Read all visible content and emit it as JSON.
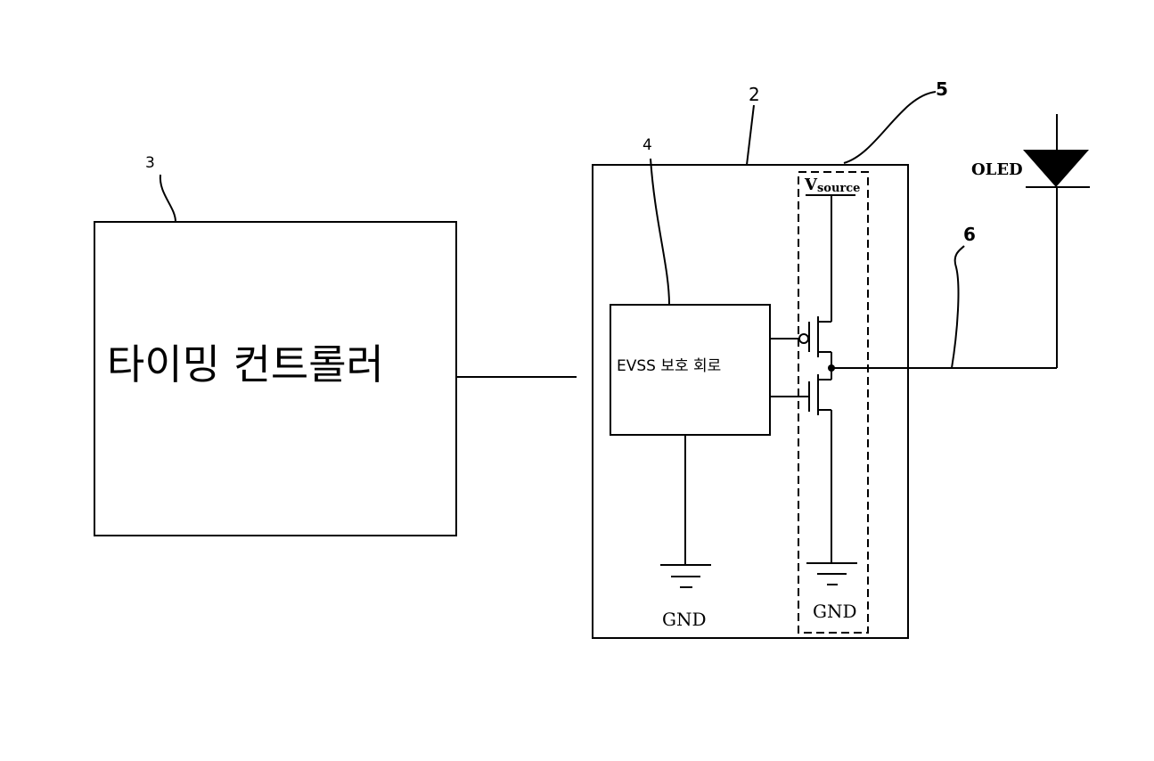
{
  "diagram": {
    "timing_controller": {
      "label": "타이밍 컨트롤러",
      "ref": "3"
    },
    "power_block": {
      "ref": "2"
    },
    "protection_circuit": {
      "label": "EVSS 보호 회로",
      "ref": "4"
    },
    "switch_block": {
      "ref": "5",
      "vsource_main": "V",
      "vsource_sub": "source",
      "gnd_label": "GND"
    },
    "circuit_gnd_label": "GND",
    "output_line": {
      "ref": "6"
    },
    "oled": {
      "label": "OLED"
    }
  }
}
